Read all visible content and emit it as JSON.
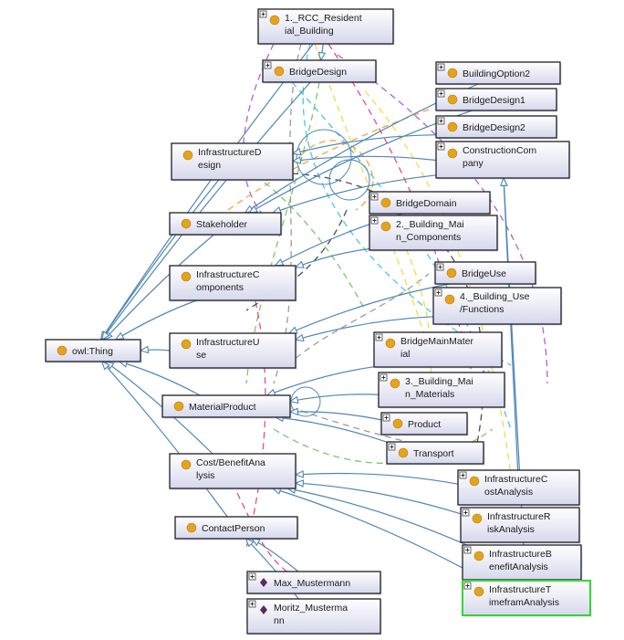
{
  "palette": {
    "subclass_edge": "#4f86b8",
    "class_marker": "#e5a31d",
    "individual_marker": "#5a2a5a",
    "selected_border": "#33d633",
    "property_edges": [
      "#f5d94a",
      "#e34a8c",
      "#9b9b9b",
      "#7fc66a",
      "#4ac7e0",
      "#b35fd6",
      "#f2a347",
      "#4c4c4c"
    ]
  },
  "nodes": [
    {
      "id": "owl_thing",
      "kind": "class",
      "label": [
        "owl:Thing"
      ],
      "expandable": false
    },
    {
      "id": "rcc_building",
      "kind": "class",
      "label": [
        "1._RCC_Resident",
        "ial_Building"
      ],
      "expandable": true
    },
    {
      "id": "bridge_design",
      "kind": "class",
      "label": [
        "BridgeDesign"
      ],
      "expandable": true
    },
    {
      "id": "infrastructure_design",
      "kind": "class",
      "label": [
        "InfrastructureD",
        "esign"
      ],
      "expandable": false
    },
    {
      "id": "stakeholder",
      "kind": "class",
      "label": [
        "Stakeholder"
      ],
      "expandable": false
    },
    {
      "id": "infrastructure_components",
      "kind": "class",
      "label": [
        "InfrastructureC",
        "omponents"
      ],
      "expandable": false
    },
    {
      "id": "infrastructure_use",
      "kind": "class",
      "label": [
        "InfrastructureU",
        "se"
      ],
      "expandable": false
    },
    {
      "id": "material_product",
      "kind": "class",
      "label": [
        "MaterialProduct"
      ],
      "expandable": false
    },
    {
      "id": "cost_benefit",
      "kind": "class",
      "label": [
        "Cost/BenefitAna",
        "lysis"
      ],
      "expandable": false
    },
    {
      "id": "contact_person",
      "kind": "class",
      "label": [
        "ContactPerson"
      ],
      "expandable": false
    },
    {
      "id": "max",
      "kind": "individual",
      "label": [
        "Max_Mustermann"
      ],
      "expandable": true
    },
    {
      "id": "moritz",
      "kind": "individual",
      "label": [
        "Moritz_Musterma",
        "nn"
      ],
      "expandable": true
    },
    {
      "id": "building_option2",
      "kind": "class",
      "label": [
        "BuildingOption2"
      ],
      "expandable": true
    },
    {
      "id": "bridge_design1",
      "kind": "class",
      "label": [
        "BridgeDesign1"
      ],
      "expandable": true
    },
    {
      "id": "bridge_design2",
      "kind": "class",
      "label": [
        "BridgeDesign2"
      ],
      "expandable": true
    },
    {
      "id": "construction_company",
      "kind": "class",
      "label": [
        "ConstructionCom",
        "pany"
      ],
      "expandable": true
    },
    {
      "id": "bridge_domain",
      "kind": "class",
      "label": [
        "BridgeDomain"
      ],
      "expandable": true
    },
    {
      "id": "building_main_components",
      "kind": "class",
      "label": [
        "2._Building_Mai",
        "n_Components"
      ],
      "expandable": true
    },
    {
      "id": "bridge_use",
      "kind": "class",
      "label": [
        "BridgeUse"
      ],
      "expandable": true
    },
    {
      "id": "building_use",
      "kind": "class",
      "label": [
        "4._Building_Use",
        "/Functions"
      ],
      "expandable": true
    },
    {
      "id": "bridge_main_material",
      "kind": "class",
      "label": [
        "BridgeMainMater",
        "ial"
      ],
      "expandable": true
    },
    {
      "id": "building_main_materials",
      "kind": "class",
      "label": [
        "3._Building_Mai",
        "n_Materials"
      ],
      "expandable": true
    },
    {
      "id": "product",
      "kind": "class",
      "label": [
        "Product"
      ],
      "expandable": true
    },
    {
      "id": "transport",
      "kind": "class",
      "label": [
        "Transport"
      ],
      "expandable": true
    },
    {
      "id": "infra_cost",
      "kind": "class",
      "label": [
        "InfrastructureC",
        "ostAnalysis"
      ],
      "expandable": true
    },
    {
      "id": "infra_risk",
      "kind": "class",
      "label": [
        "InfrastructureR",
        "iskAnalysis"
      ],
      "expandable": true
    },
    {
      "id": "infra_benefit",
      "kind": "class",
      "label": [
        "InfrastructureB",
        "enefitAnalysis"
      ],
      "expandable": true
    },
    {
      "id": "infra_timeframe",
      "kind": "class",
      "label": [
        "InfrastructureT",
        "imeframAnalysis"
      ],
      "expandable": true,
      "selected": true
    }
  ]
}
